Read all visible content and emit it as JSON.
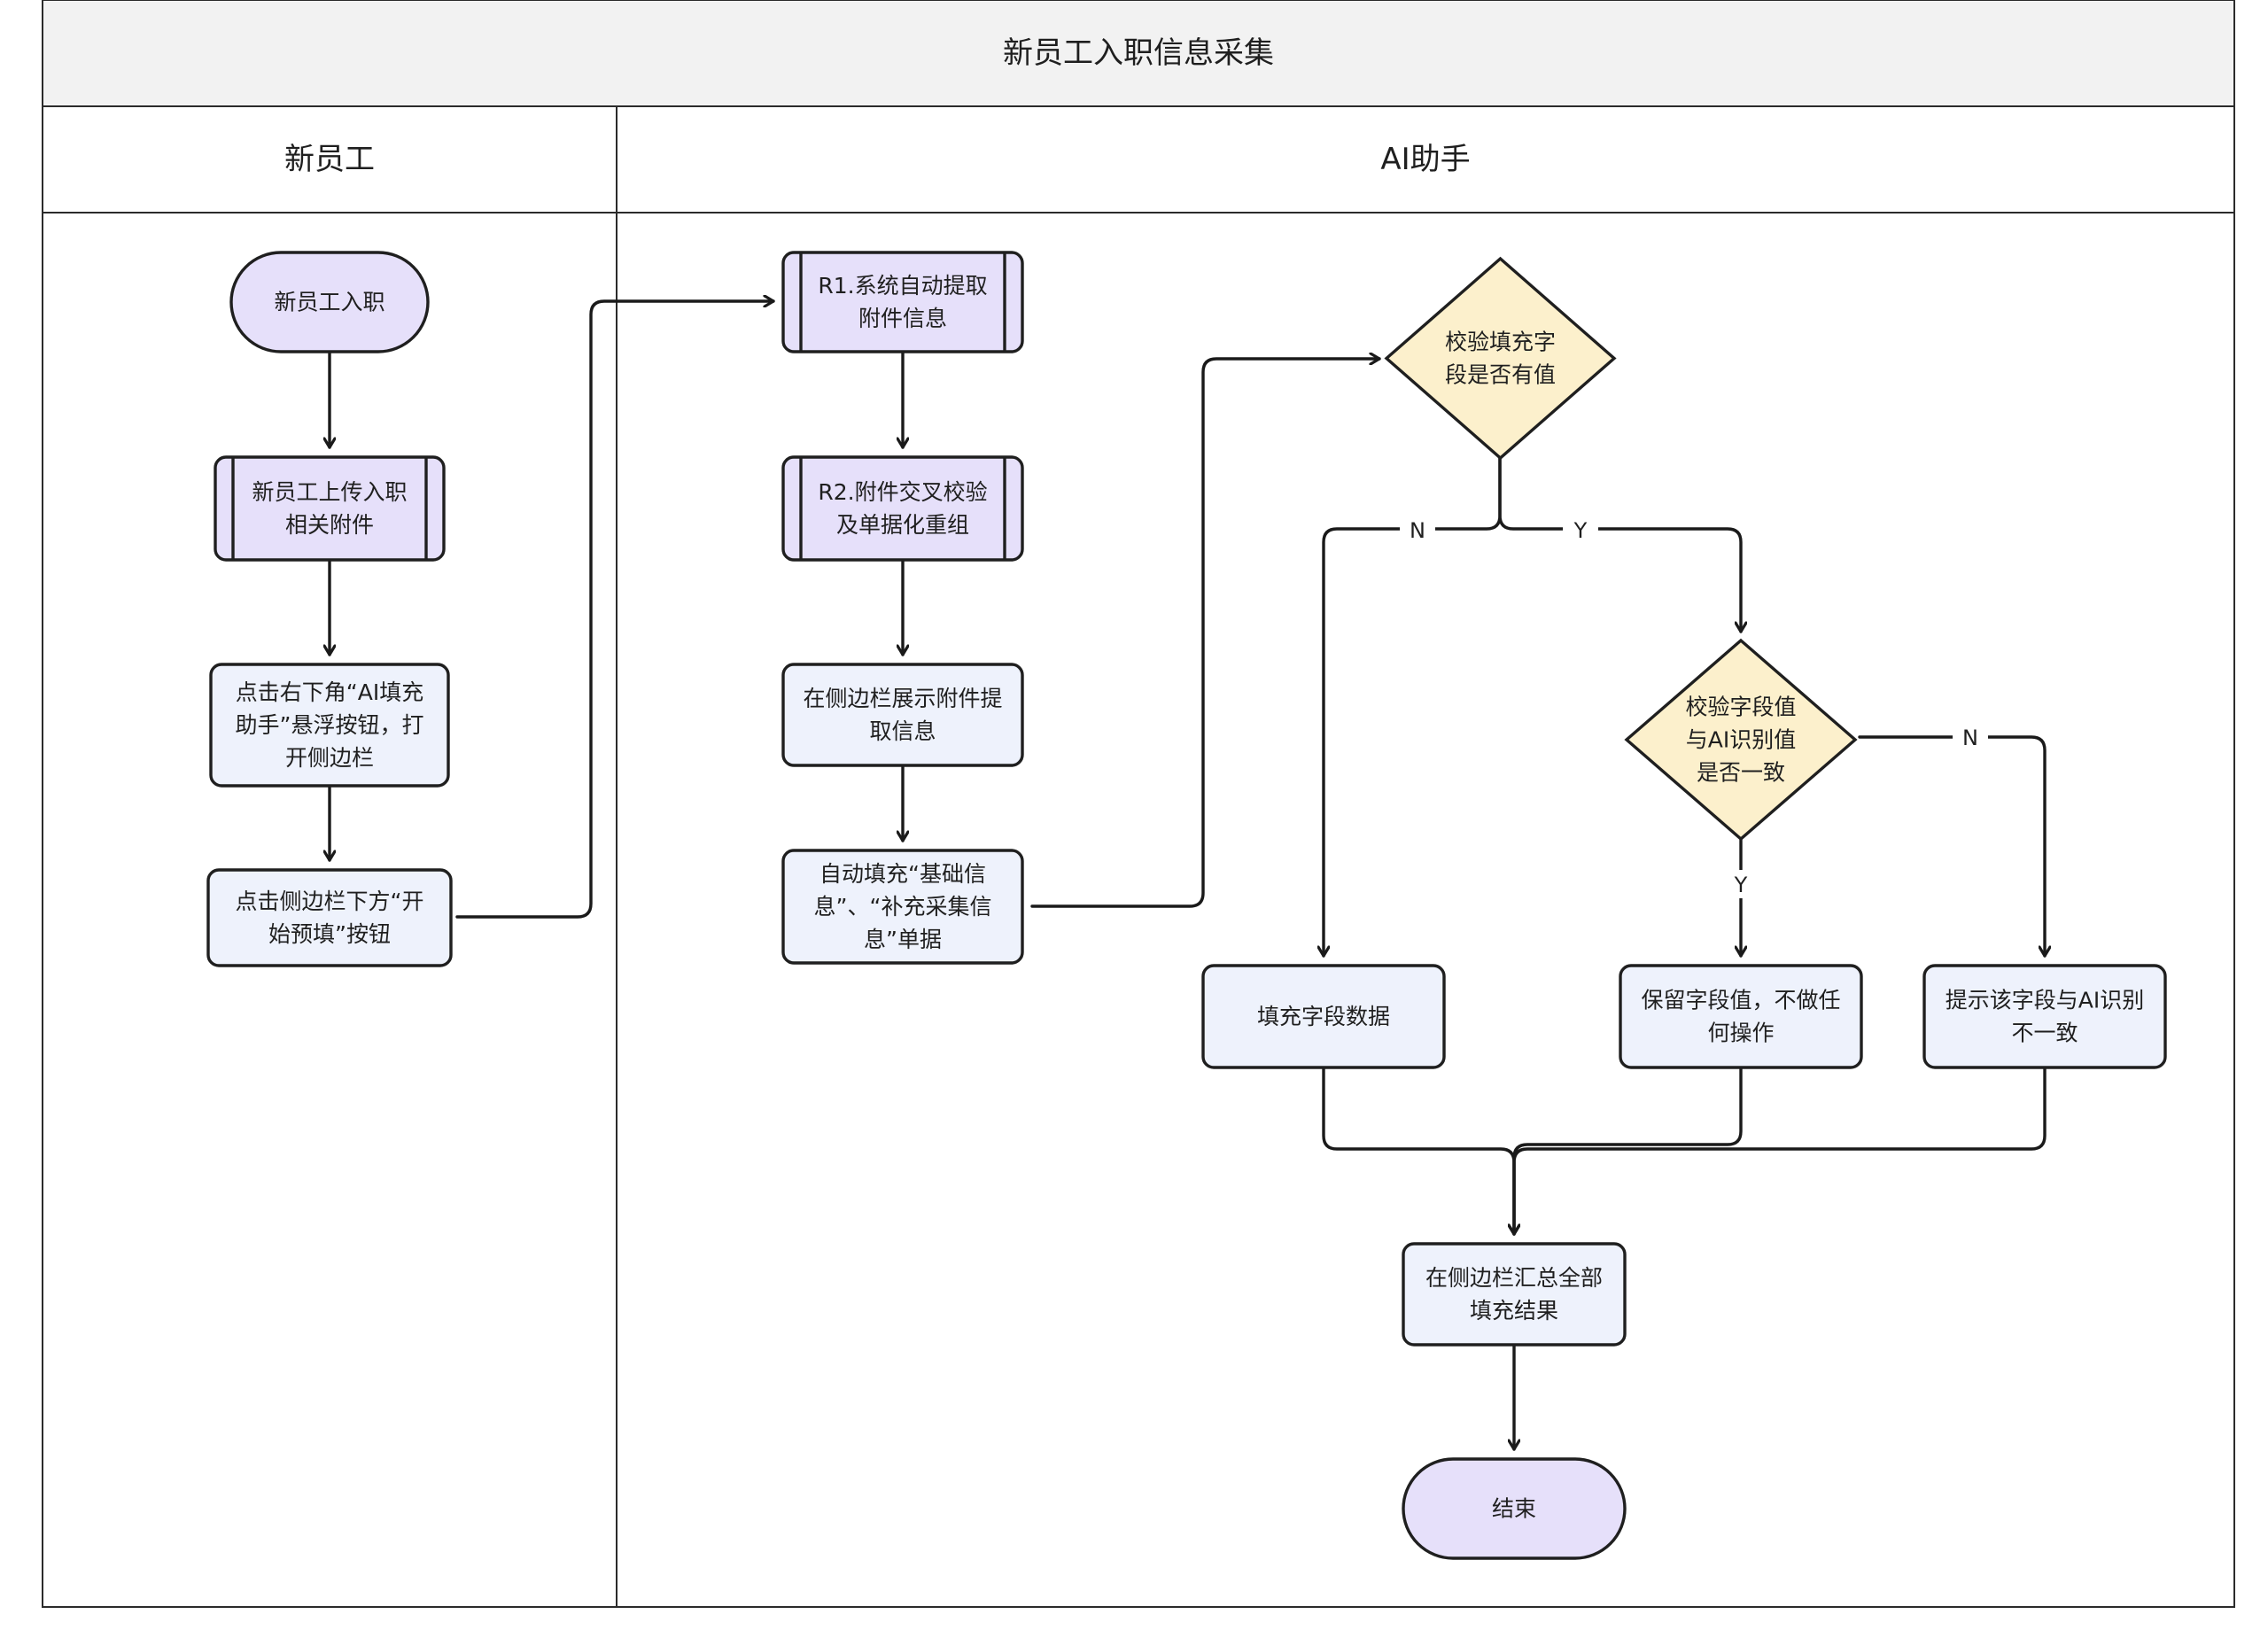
{
  "title": "新员工入职信息采集",
  "lanes": [
    {
      "id": "lane-employee",
      "label": "新员工"
    },
    {
      "id": "lane-ai",
      "label": "AI助手"
    }
  ],
  "colors": {
    "terminal_fill": "#e6e0fa",
    "predefined_fill": "#e6e0fa",
    "process_fill": "#eef2fc",
    "decision_fill": "#fcf0cc",
    "title_band_fill": "#f2f2f2",
    "stroke": "#1f1f1f"
  },
  "nodes": [
    {
      "id": "n1",
      "type": "terminal",
      "lane": "新员工",
      "lines": [
        "新员工入职"
      ]
    },
    {
      "id": "n2",
      "type": "predefined",
      "lane": "新员工",
      "lines": [
        "新员工上传入职",
        "相关附件"
      ]
    },
    {
      "id": "n3",
      "type": "process",
      "lane": "新员工",
      "lines": [
        "点击右下角“AI填充",
        "助手”悬浮按钮，打",
        "开侧边栏"
      ]
    },
    {
      "id": "n4",
      "type": "process",
      "lane": "新员工",
      "lines": [
        "点击侧边栏下方“开",
        "始预填”按钮"
      ]
    },
    {
      "id": "n5",
      "type": "predefined",
      "lane": "AI助手",
      "lines": [
        "R1.系统自动提取",
        "附件信息"
      ]
    },
    {
      "id": "n6",
      "type": "predefined",
      "lane": "AI助手",
      "lines": [
        "R2.附件交叉校验",
        "及单据化重组"
      ]
    },
    {
      "id": "n7",
      "type": "process",
      "lane": "AI助手",
      "lines": [
        "在侧边栏展示附件提",
        "取信息"
      ]
    },
    {
      "id": "n8",
      "type": "process",
      "lane": "AI助手",
      "lines": [
        "自动填充“基础信",
        "息”、“补充采集信",
        "息”单据"
      ]
    },
    {
      "id": "d1",
      "type": "decision",
      "lane": "AI助手",
      "lines": [
        "校验填充字",
        "段是否有值"
      ]
    },
    {
      "id": "d2",
      "type": "decision",
      "lane": "AI助手",
      "lines": [
        "校验字段值",
        "与AI识别值",
        "是否一致"
      ]
    },
    {
      "id": "n9",
      "type": "process",
      "lane": "AI助手",
      "lines": [
        "填充字段数据"
      ]
    },
    {
      "id": "n10",
      "type": "process",
      "lane": "AI助手",
      "lines": [
        "保留字段值，不做任",
        "何操作"
      ]
    },
    {
      "id": "n11",
      "type": "process",
      "lane": "AI助手",
      "lines": [
        "提示该字段与AI识别",
        "不一致"
      ]
    },
    {
      "id": "n12",
      "type": "process",
      "lane": "AI助手",
      "lines": [
        "在侧边栏汇总全部",
        "填充结果"
      ]
    },
    {
      "id": "n13",
      "type": "terminal",
      "lane": "AI助手",
      "lines": [
        "结束"
      ]
    }
  ],
  "edges": [
    {
      "id": "e1",
      "from": "n1",
      "to": "n2",
      "label": ""
    },
    {
      "id": "e2",
      "from": "n2",
      "to": "n3",
      "label": ""
    },
    {
      "id": "e3",
      "from": "n3",
      "to": "n4",
      "label": ""
    },
    {
      "id": "e4",
      "from": "n4",
      "to": "n5",
      "label": ""
    },
    {
      "id": "e5",
      "from": "n5",
      "to": "n6",
      "label": ""
    },
    {
      "id": "e6",
      "from": "n6",
      "to": "n7",
      "label": ""
    },
    {
      "id": "e7",
      "from": "n7",
      "to": "n8",
      "label": ""
    },
    {
      "id": "e8",
      "from": "n8",
      "to": "d1",
      "label": ""
    },
    {
      "id": "e9",
      "from": "d1",
      "to": "n9",
      "label": "N"
    },
    {
      "id": "e10",
      "from": "d1",
      "to": "d2",
      "label": "Y"
    },
    {
      "id": "e11",
      "from": "d2",
      "to": "n10",
      "label": "Y"
    },
    {
      "id": "e12",
      "from": "d2",
      "to": "n11",
      "label": "N"
    },
    {
      "id": "e13",
      "from": "n9",
      "to": "n12",
      "label": ""
    },
    {
      "id": "e14",
      "from": "n10",
      "to": "n12",
      "label": ""
    },
    {
      "id": "e15",
      "from": "n11",
      "to": "n12",
      "label": ""
    },
    {
      "id": "e16",
      "from": "n12",
      "to": "n13",
      "label": ""
    }
  ]
}
